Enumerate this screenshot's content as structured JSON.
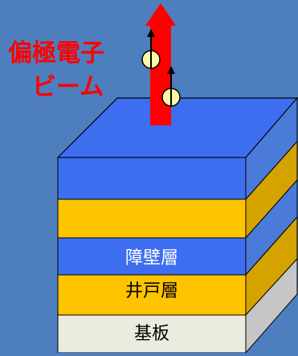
{
  "title": {
    "line1": "偏極電子",
    "line2": "ビーム"
  },
  "layers": {
    "barrier_label": "障壁層",
    "well_label": "井戸層",
    "substrate_label": "基板"
  },
  "colors": {
    "background": "#4d7fbf",
    "barrier": "#3d6ef0",
    "well": "#ffc400",
    "substrate": "#ecebe0",
    "beam": "#ff0000",
    "electron": "#fff7a6"
  },
  "icons": {
    "electron": "spin-up-electron-icon",
    "beam": "up-arrow-icon"
  }
}
